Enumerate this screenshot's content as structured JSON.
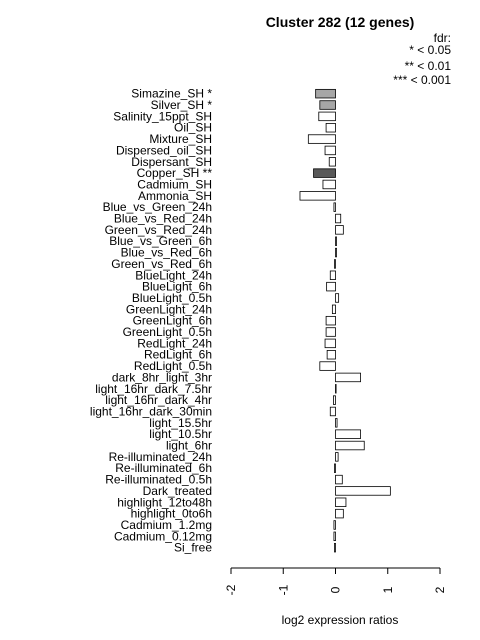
{
  "chart_data": {
    "type": "bar",
    "orientation": "horizontal",
    "title": "Cluster 282 (12 genes)",
    "xlabel": "log2 expression ratios",
    "xlim": [
      -2,
      2
    ],
    "xticks": [
      "-2",
      "-1",
      "0",
      "1",
      "2"
    ],
    "legend": {
      "title": "fdr:",
      "entries": [
        "* < 0.05",
        "** < 0.01",
        "*** < 0.001"
      ],
      "placement": "top-right"
    },
    "colors": {
      "fdr_005": "#a6a6a6",
      "fdr_001": "#595959",
      "none": "#ffffff"
    },
    "categories": [
      "Simazine_SH *",
      "Silver_SH *",
      "Salinity_15ppt_SH",
      "Oil_SH",
      "Mixture_SH",
      "Dispersed_oil_SH",
      "Dispersant_SH",
      "Copper_SH **",
      "Cadmium_SH",
      "Ammonia_SH",
      "Blue_vs_Green_24h",
      "Blue_vs_Red_24h",
      "Green_vs_Red_24h",
      "Blue_vs_Green_6h",
      "Blue_vs_Red_6h",
      "Green_vs_Red_6h",
      "BlueLight_24h",
      "BlueLight_6h",
      "BlueLight_0.5h",
      "GreenLight_24h",
      "GreenLight_6h",
      "GreenLight_0.5h",
      "RedLight_24h",
      "RedLight_6h",
      "RedLight_0.5h",
      "dark_8hr_light_3hr",
      "light_16hr_dark_7.5hr",
      "light_16hr_dark_4hr",
      "light_16hr_dark_30min",
      "light_15.5hr",
      "light_10.5hr",
      "light_6hr",
      "Re-illuminated_24h",
      "Re-illuminated_6h",
      "Re-illuminated_0.5h",
      "Dark_treated",
      "highlight_12to48h",
      "highlight_0to6h",
      "Cadmium_1.2mg",
      "Cadmium_0.12mg",
      "Si_free"
    ],
    "values": [
      -0.38,
      -0.3,
      -0.32,
      -0.18,
      -0.52,
      -0.2,
      -0.12,
      -0.42,
      -0.24,
      -0.68,
      -0.03,
      0.1,
      0.15,
      0.02,
      0.02,
      -0.02,
      -0.1,
      -0.17,
      0.06,
      -0.06,
      -0.18,
      -0.18,
      -0.2,
      -0.16,
      -0.3,
      0.48,
      0.01,
      -0.04,
      -0.1,
      0.03,
      0.48,
      0.55,
      0.05,
      -0.02,
      0.13,
      1.05,
      0.2,
      0.15,
      -0.03,
      -0.03,
      -0.02
    ],
    "significance": [
      "fdr_005",
      "fdr_005",
      "none",
      "none",
      "none",
      "none",
      "none",
      "fdr_001",
      "none",
      "none",
      "none",
      "none",
      "none",
      "none",
      "none",
      "none",
      "none",
      "none",
      "none",
      "none",
      "none",
      "none",
      "none",
      "none",
      "none",
      "none",
      "none",
      "none",
      "none",
      "none",
      "none",
      "none",
      "none",
      "none",
      "none",
      "none",
      "none",
      "none",
      "none",
      "none",
      "none"
    ]
  }
}
